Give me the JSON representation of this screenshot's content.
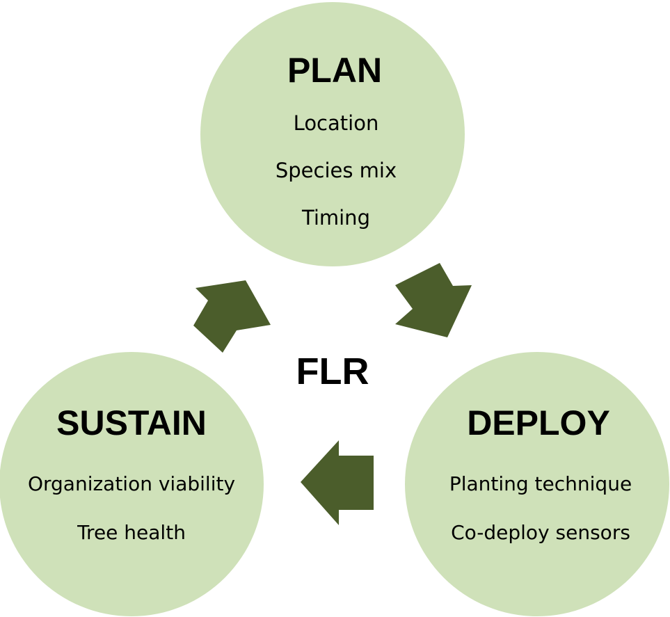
{
  "center_label": "FLR",
  "colors": {
    "circle_fill": "#cfe1b9",
    "arrow_fill": "#4b5d2b",
    "text": "#000000",
    "background": "#ffffff"
  },
  "stages": {
    "plan": {
      "title": "PLAN",
      "items": [
        "Location",
        "Species mix",
        "Timing"
      ]
    },
    "deploy": {
      "title": "DEPLOY",
      "items": [
        "Planting technique",
        "Co-deploy sensors"
      ]
    },
    "sustain": {
      "title": "SUSTAIN",
      "items": [
        "Organization viability",
        "Tree health"
      ]
    }
  },
  "arrows": [
    {
      "from": "PLAN",
      "to": "DEPLOY"
    },
    {
      "from": "DEPLOY",
      "to": "SUSTAIN"
    },
    {
      "from": "SUSTAIN",
      "to": "PLAN"
    }
  ]
}
